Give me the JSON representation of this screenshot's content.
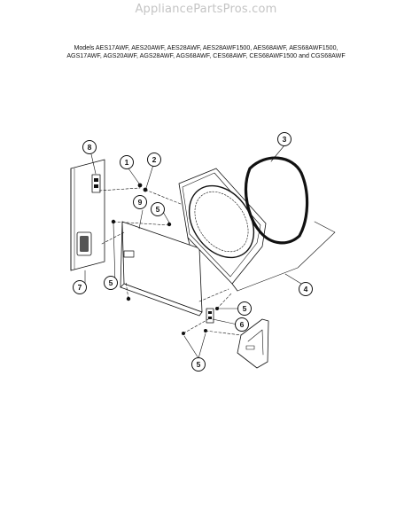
{
  "watermark": "AppliancePartsPros.com",
  "models": {
    "line1": "Models AES17AWF, AES20AWF, AES28AWF, AES28AWF1500, AES68AWF, AES68AWF1500,",
    "line2": "AGS17AWF, AGS20AWF, AGS28AWF, AGS68AWF, CES68AWF, CES68AWF1500 and CGS68AWF"
  },
  "callouts": [
    {
      "id": "c1",
      "label": "1"
    },
    {
      "id": "c2",
      "label": "2"
    },
    {
      "id": "c3",
      "label": "3"
    },
    {
      "id": "c4",
      "label": "4"
    },
    {
      "id": "c5a",
      "label": "5"
    },
    {
      "id": "c5b",
      "label": "5"
    },
    {
      "id": "c5c",
      "label": "5"
    },
    {
      "id": "c5d",
      "label": "5"
    },
    {
      "id": "c6",
      "label": "6"
    },
    {
      "id": "c7",
      "label": "7"
    },
    {
      "id": "c8",
      "label": "8"
    },
    {
      "id": "c9",
      "label": "9"
    }
  ],
  "colors": {
    "line": "#111111",
    "watermark": "#c4c4c4",
    "background": "#ffffff"
  }
}
